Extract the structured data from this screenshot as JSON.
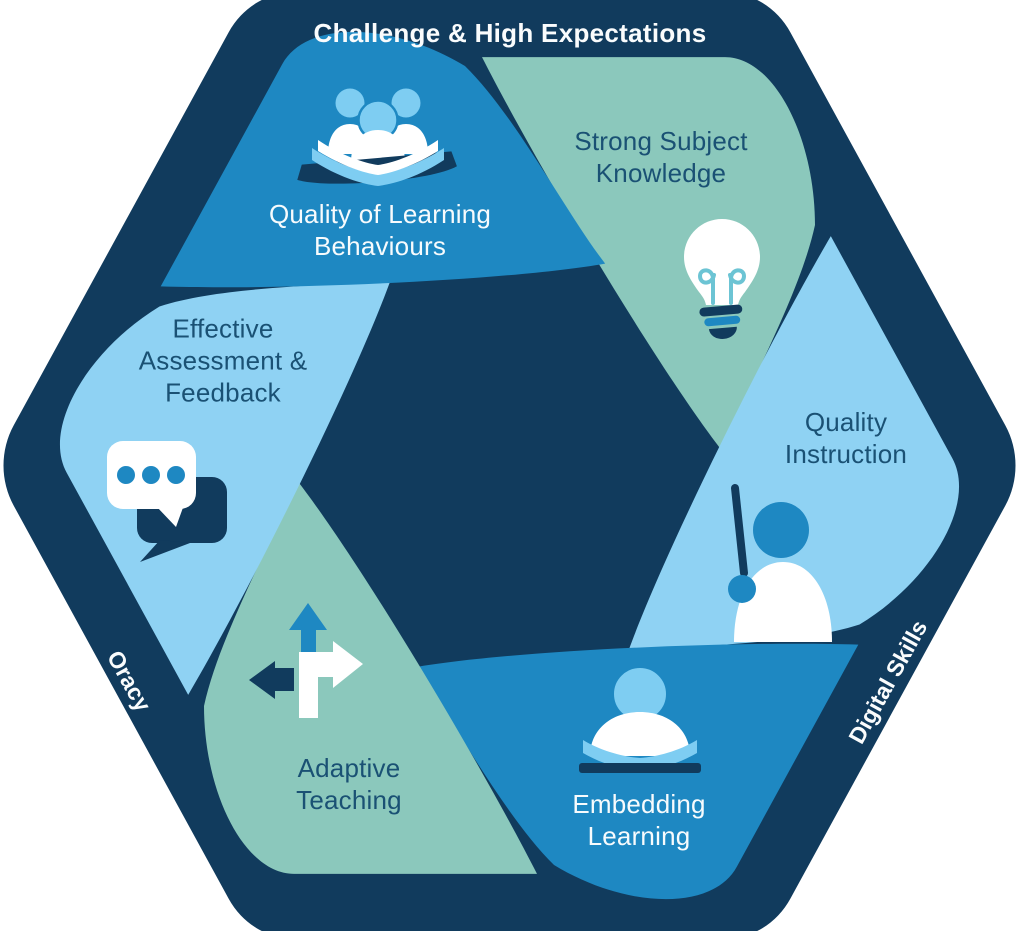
{
  "banner": {
    "title": "Challenge & High Expectations"
  },
  "edge_labels": {
    "bottom_left": "Oracy",
    "bottom_right": "Digital Skills"
  },
  "segments": [
    {
      "name": "strong-subject-knowledge",
      "label": "Strong Subject\nKnowledge",
      "icon": "lightbulb-icon",
      "fill": "#8BC8BC",
      "text_color": "#1A5174"
    },
    {
      "name": "quality-instruction",
      "label": "Quality\nInstruction",
      "icon": "person-writing-icon",
      "fill": "#8FD2F3",
      "text_color": "#1A5174"
    },
    {
      "name": "embedding-learning",
      "label": "Embedding\nLearning",
      "icon": "person-reading-icon",
      "fill": "#1E88C2",
      "text_color": "#FFFFFF"
    },
    {
      "name": "adaptive-teaching",
      "label": "Adaptive\nTeaching",
      "icon": "direction-arrows-icon",
      "fill": "#8BC8BC",
      "text_color": "#1A5174"
    },
    {
      "name": "effective-assessment-feedback",
      "label": "Effective\nAssessment &\nFeedback",
      "icon": "speech-bubbles-icon",
      "fill": "#8FD2F3",
      "text_color": "#1A5174"
    },
    {
      "name": "quality-of-learning-behaviours",
      "label": "Quality of Learning\nBehaviours",
      "icon": "readers-group-icon",
      "fill": "#1E88C2",
      "text_color": "#FFFFFF"
    }
  ],
  "colors": {
    "border_navy": "#113B5D",
    "center_navy": "#113B5D",
    "blue": "#1E88C2",
    "teal": "#8BC8BC",
    "light_blue": "#8FD2F3",
    "icon_light_blue": "#7ECDF2",
    "white": "#FFFFFF",
    "dark_text": "#1A5174",
    "filament_teal": "#6CC4D4"
  }
}
